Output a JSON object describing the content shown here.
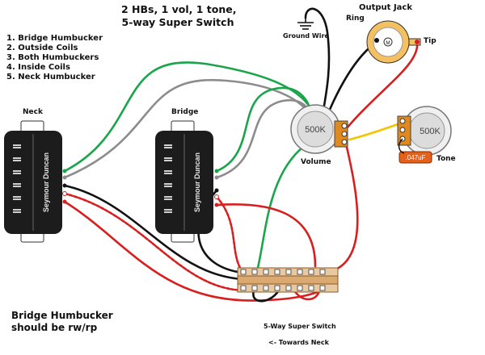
{
  "title": {
    "line1": "2 HBs, 1 vol, 1 tone,",
    "line2": "5-way Super Switch"
  },
  "positions": [
    "1. Bridge Humbucker",
    "2. Outside Coils",
    "3. Both Humbuckers",
    "4. Inside Coils",
    "5. Neck Humbucker"
  ],
  "labels": {
    "neck": "Neck",
    "bridge": "Bridge",
    "ground_wire": "Ground Wire",
    "output_jack": "Output Jack",
    "ring": "Ring",
    "tip": "Tip",
    "volume": "Volume",
    "tone": "Tone",
    "switch": "5-Way Super Switch",
    "towards_neck": "<- Towards Neck",
    "brand": "Seymour Duncan",
    "pot_value_vol": "500K",
    "pot_value_tone": "500K",
    "cap": ".047uF",
    "jack_mark": "M"
  },
  "note": {
    "line1": "Bridge Humbucker",
    "line2": "should be rw/rp"
  },
  "colors": {
    "wire_green": "#1aa54a",
    "wire_gray": "#8c8c8c",
    "wire_black": "#111111",
    "wire_red": "#d81e1e",
    "wire_yellow": "#f5c400",
    "pickup_body": "#1c1c1c",
    "pot_lug": "#e08a1e",
    "cap": "#e4611c",
    "switch_body": "#e9c9a0"
  }
}
